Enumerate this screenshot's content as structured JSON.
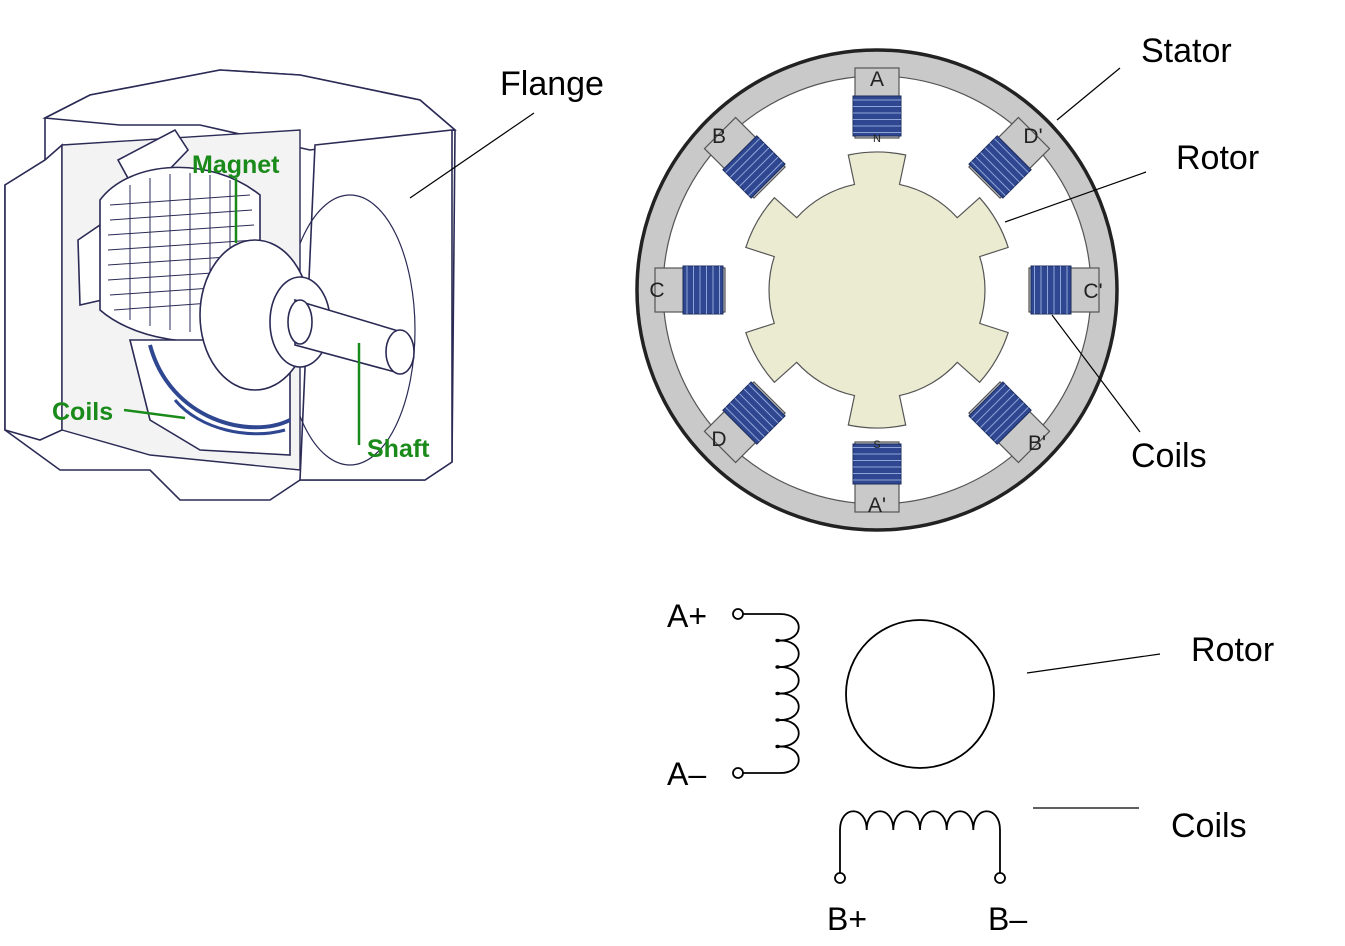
{
  "colors": {
    "green_label": "#1a8a1a",
    "coil_blue": "#2e4790",
    "stator_grey": "#c9c9c9",
    "rotor_fill": "#ebebd2"
  },
  "cutaway": {
    "flange_label": "Flange",
    "magnet_label": "Magnet",
    "coils_label": "Coils",
    "shaft_label": "Shaft"
  },
  "cross_section": {
    "stator_label": "Stator",
    "rotor_label": "Rotor",
    "coils_label": "Coils",
    "poles": {
      "top": "A",
      "top_right": "D'",
      "right": "C'",
      "bottom_right": "B'",
      "bottom": "A'",
      "bottom_left": "D",
      "left": "C",
      "top_left": "B"
    },
    "north": "N",
    "south": "S"
  },
  "schematic": {
    "a_plus": "A+",
    "a_minus": "A–",
    "b_plus": "B+",
    "b_minus": "B–",
    "rotor_label": "Rotor",
    "coils_label": "Coils"
  }
}
